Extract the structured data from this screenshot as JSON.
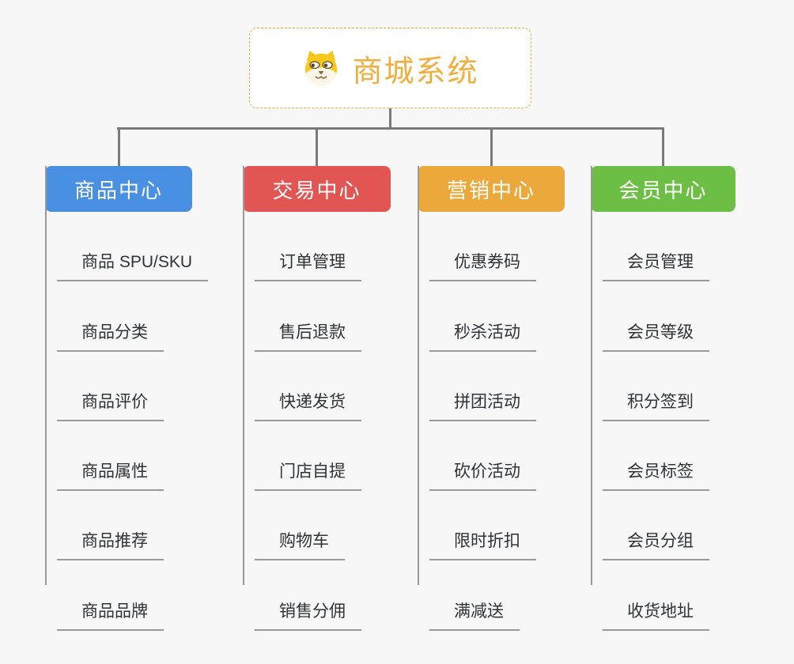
{
  "root": {
    "title": "商城系统",
    "icon": "dog-icon"
  },
  "branches": [
    {
      "label": "商品中心",
      "color": "#4A90E2",
      "children": [
        "商品 SPU/SKU",
        "商品分类",
        "商品评价",
        "商品属性",
        "商品推荐",
        "商品品牌"
      ]
    },
    {
      "label": "交易中心",
      "color": "#E15653",
      "children": [
        "订单管理",
        "售后退款",
        "快递发货",
        "门店自提",
        "购物车",
        "销售分佣"
      ]
    },
    {
      "label": "营销中心",
      "color": "#EBA93C",
      "children": [
        "优惠券码",
        "秒杀活动",
        "拼团活动",
        "砍价活动",
        "限时折扣",
        "满减送"
      ]
    },
    {
      "label": "会员中心",
      "color": "#6CBE45",
      "children": [
        "会员管理",
        "会员等级",
        "积分签到",
        "会员标签",
        "会员分组",
        "收货地址"
      ]
    }
  ],
  "colors": {
    "background": "#f7f7f7",
    "root_accent": "#F0AE3C",
    "root_border": "#F2A93B",
    "connector": "#7A7A7A",
    "child_line": "#9A9A9A",
    "child_text": "#2F3338"
  }
}
